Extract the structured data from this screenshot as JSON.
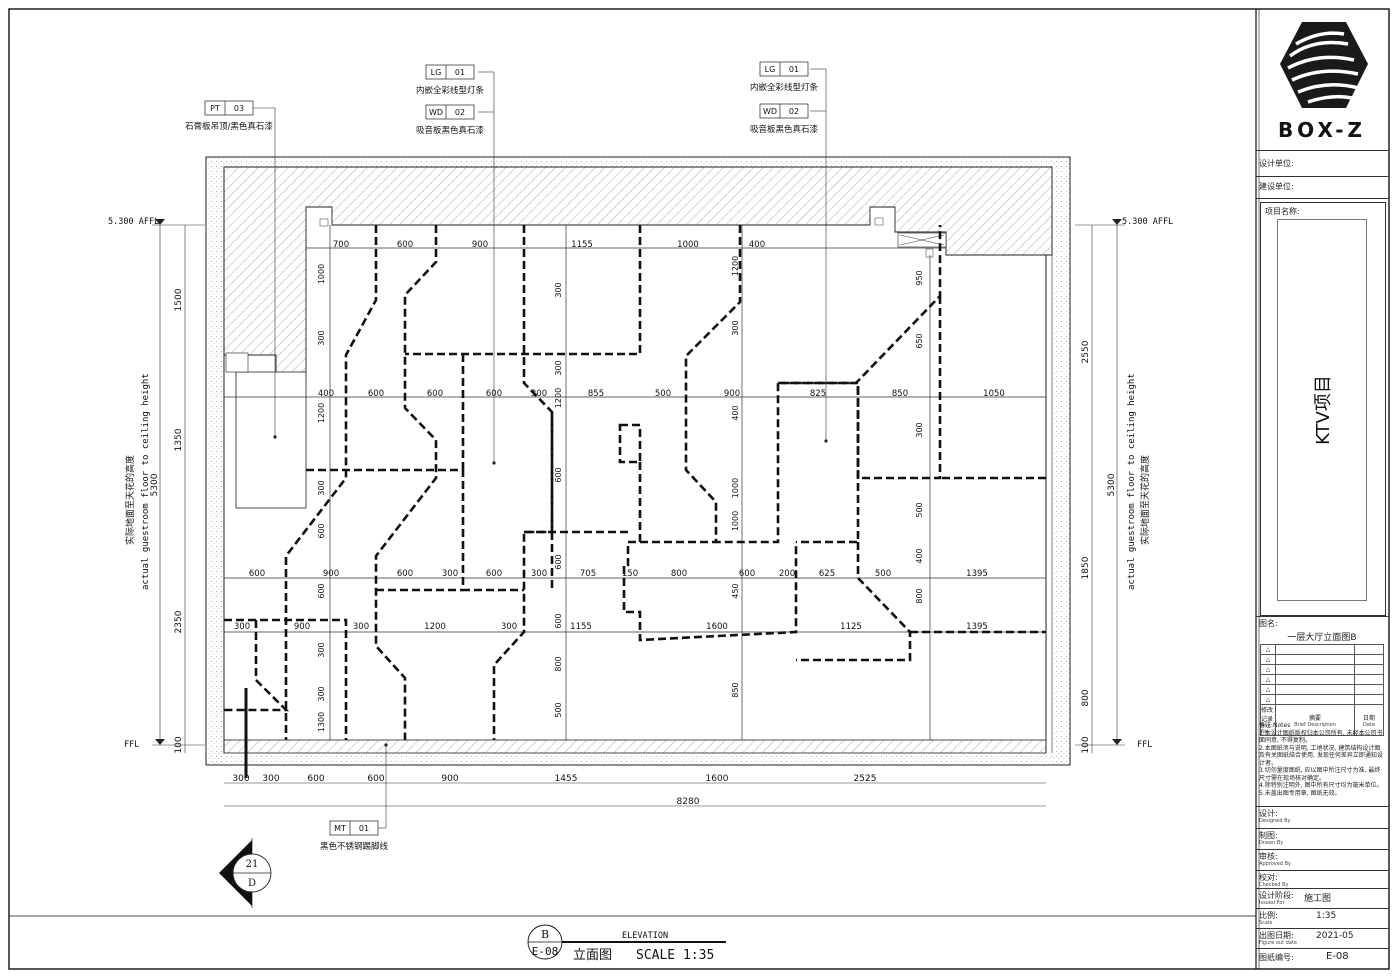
{
  "drawing": {
    "level_marks": {
      "top_left": "5.300 AFFL",
      "top_right": "5.300 AFFL",
      "ffl_left": "FFL",
      "ffl_right": "FFL"
    },
    "callouts": [
      {
        "code": "PT",
        "num": "03",
        "lines": [
          "石膏板吊顶/黑色真石漆"
        ]
      },
      {
        "code": "LG",
        "num": "01",
        "lines": [
          "内嵌全彩线型灯条"
        ]
      },
      {
        "code": "WD",
        "num": "02",
        "lines": [
          "吸音板黑色真石漆"
        ]
      },
      {
        "code": "LG",
        "num": "01",
        "lines": [
          "内嵌全彩线型灯条"
        ]
      },
      {
        "code": "WD",
        "num": "02",
        "lines": [
          "吸音板黑色真石漆"
        ]
      },
      {
        "code": "MT",
        "num": "01",
        "lines": [
          "黑色不锈钢踢脚线"
        ]
      }
    ],
    "height_note": {
      "en": "actual guestroom floor to ceiling height",
      "cn": "实际地面至天花的高度"
    },
    "left_dims": [
      "1500",
      "1350",
      "2350",
      "100"
    ],
    "left_total": "5300",
    "right_dims": [
      "2550",
      "1850",
      "800",
      "100"
    ],
    "right_total": "5300",
    "bottom_dims": [
      "300",
      "300",
      "600",
      "600",
      "900",
      "1455",
      "1600",
      "2525"
    ],
    "bottom_total": "8280",
    "row1_dims": [
      "700",
      "600",
      "900",
      "1155",
      "1000",
      "400"
    ],
    "row2_dims": [
      "400",
      "600",
      "600",
      "600",
      "300",
      "855",
      "500",
      "900",
      "825",
      "850",
      "1050"
    ],
    "row3_dims": [
      "600",
      "900",
      "600",
      "300",
      "600",
      "300",
      "705",
      "150",
      "800",
      "600",
      "200",
      "625",
      "500",
      "1395"
    ],
    "row4_dims": [
      "300",
      "900",
      "300",
      "1200",
      "300",
      "1155",
      "1600",
      "1125",
      "1395"
    ],
    "vert_dims": [
      "1000",
      "300",
      "1200",
      "300",
      "600",
      "600",
      "300",
      "300",
      "1300",
      "300",
      "300",
      "1200",
      "600",
      "600",
      "600",
      "800",
      "500",
      "1200",
      "300",
      "400",
      "1000",
      "1000",
      "450",
      "850",
      "950",
      "650",
      "300",
      "500",
      "400",
      "800"
    ],
    "section_marker": {
      "top": "21",
      "bottom": "D"
    },
    "title": {
      "letter": "B",
      "sheet": "E-08",
      "label_en": "ELEVATION",
      "label_cn": "立面图",
      "scale": "SCALE 1:35"
    }
  },
  "title_block": {
    "brand": "BOX-Z",
    "design_unit": "设计单位:",
    "build_unit": "建设单位:",
    "project_name_label": "项目名称:",
    "project_name": "KTV项目",
    "drawing_name_label": "图名:",
    "drawing_name": "一层大厅立面图B",
    "revision_headers": [
      "修改记录",
      "摘要",
      "日期"
    ],
    "revision_headers_en": [
      "Rev. No.",
      "Brief Description",
      "Date"
    ],
    "notes_title": "备注:Notes",
    "notes": [
      "1.本设计图纸版权归本公司所有, 未经本公司书面同意, 不得复制。",
      "2.本图纸须与说明, 工地状况, 建筑结构设计图及有关图纸结合使用, 发现任何差异立即通知设计者。",
      "3.切勿量度图纸, 应以图中所注尺寸为准, 最终尺寸需在现场核对确定。",
      "4.除特别注明外, 图中所有尺寸均为毫米单位。",
      "5.未盖出图专用章, 图纸无效。"
    ],
    "fields": [
      {
        "cn": "设计:",
        "en": "Designed By",
        "value": ""
      },
      {
        "cn": "制图:",
        "en": "Drawn By",
        "value": ""
      },
      {
        "cn": "审核:",
        "en": "Approved By",
        "value": ""
      },
      {
        "cn": "校对:",
        "en": "Checked By",
        "value": ""
      },
      {
        "cn": "设计阶段:",
        "en": "Issued For",
        "value": "施工图"
      },
      {
        "cn": "比例:",
        "en": "Scale",
        "value": "1:35"
      },
      {
        "cn": "出图日期:",
        "en": "Figure out date",
        "value": "2021-05"
      }
    ],
    "sheet_no_label": "图纸编号:",
    "sheet_no": "E-08"
  }
}
